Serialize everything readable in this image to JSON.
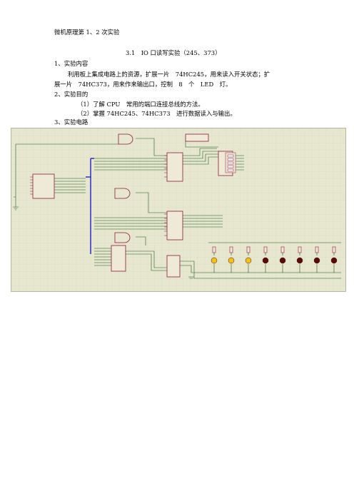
{
  "doc": {
    "title": "微机原理第 1、2 次实验",
    "section_title": "3.1　IO 口读写实验（245、373）",
    "s1_heading": "1、实验内容",
    "s1_line1": "利用板上集成电路上的资源，扩展一片　74HC245，用来读入开关状态；扩",
    "s1_line2": "展一片　74HC373，用来作来输出口，控制　8　个　LED　灯。",
    "s2_heading": "2、实验目的",
    "s2_item1": "（1）了解 CPU　常用的端口连接总线的方法。",
    "s2_item2": "（2）掌握 74HC245、74HC373　进行数据读入与输出。",
    "s3_heading": "3、实验电路"
  },
  "circuit": {
    "image_label": "proteus-schematic",
    "background": "#e7e6cf",
    "wire_color": "#1f5f1f",
    "bus_color": "#1c22c8",
    "component_color": "#8a1b3a",
    "led_on_color": "#f2c21a",
    "led_off_color": "#5a0a0a"
  }
}
